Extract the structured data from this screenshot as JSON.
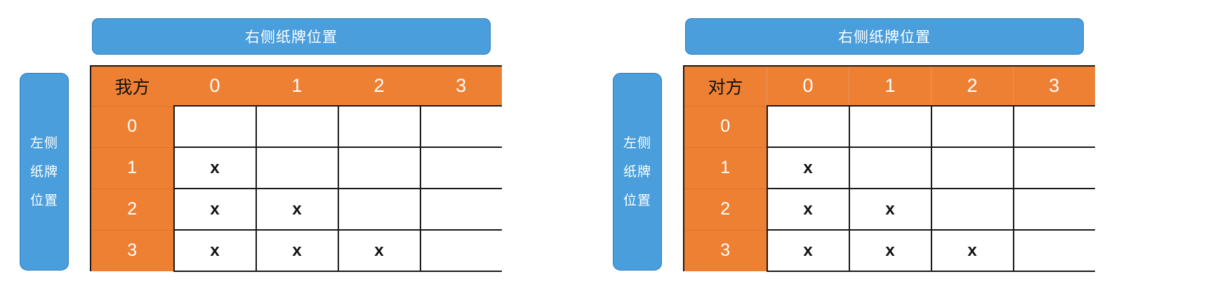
{
  "panels": [
    {
      "id": "my-side",
      "top_banner": "右侧纸牌位置",
      "side_banner_lines": [
        "左侧",
        "纸牌",
        "位置"
      ],
      "corner_label": "我方",
      "column_headers": [
        "0",
        "1",
        "2",
        "3"
      ],
      "row_headers": [
        "0",
        "1",
        "2",
        "3"
      ],
      "cells": [
        [
          "",
          "",
          "",
          ""
        ],
        [
          "x",
          "",
          "",
          ""
        ],
        [
          "x",
          "x",
          "",
          ""
        ],
        [
          "x",
          "x",
          "x",
          ""
        ]
      ]
    },
    {
      "id": "opponent-side",
      "top_banner": "右侧纸牌位置",
      "side_banner_lines": [
        "左侧",
        "纸牌",
        "位置"
      ],
      "corner_label": "对方",
      "column_headers": [
        "0",
        "1",
        "2",
        "3"
      ],
      "row_headers": [
        "0",
        "1",
        "2",
        "3"
      ],
      "cells": [
        [
          "",
          "",
          "",
          ""
        ],
        [
          "x",
          "",
          "",
          ""
        ],
        [
          "x",
          "x",
          "",
          ""
        ],
        [
          "x",
          "x",
          "x",
          ""
        ]
      ]
    }
  ],
  "colors": {
    "banner_blue": "#4A9EDC",
    "banner_blue_border": "#2E7CB8",
    "header_orange": "#EE8033",
    "grid_black": "#1A1A1A",
    "cell_white": "#FFFFFF"
  }
}
